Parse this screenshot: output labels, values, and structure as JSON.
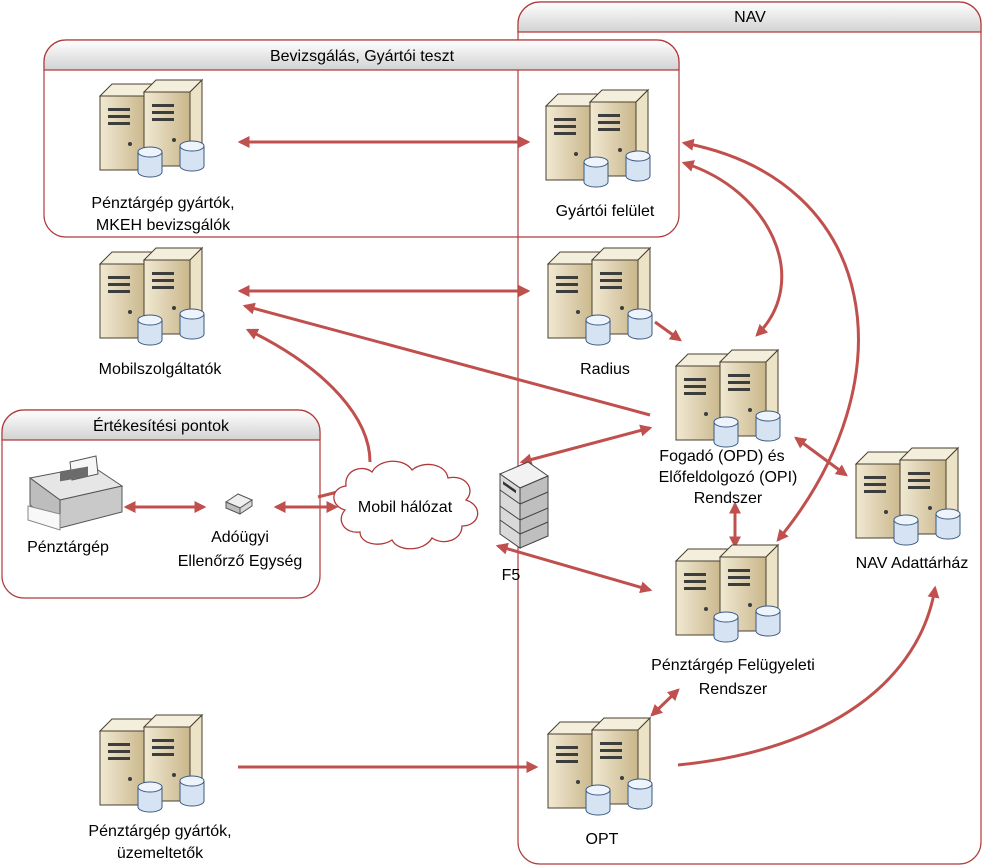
{
  "groups": {
    "nav": "NAV",
    "test": "Bevizsgálás, Gyártói teszt",
    "sales": "Értékesítési pontok"
  },
  "nodes": {
    "manufacturers_test": [
      "Pénztárgép gyártók,",
      "MKEH bevizsgálók"
    ],
    "vendor_interface": [
      "Gyártói felület"
    ],
    "mobile_providers": [
      "Mobilszolgáltatók"
    ],
    "radius": [
      "Radius"
    ],
    "receiver_system": [
      "Fogadó (OPD) és",
      "Előfeldolgozó (OPI)",
      "Rendszer"
    ],
    "nav_warehouse": [
      "NAV Adattárház"
    ],
    "cash_register": [
      "Pénztárgép"
    ],
    "tax_control_unit": [
      "Adóügyi",
      "Ellenőrző Egység"
    ],
    "mobile_network": [
      "Mobil hálózat"
    ],
    "f5": [
      "F5"
    ],
    "supervision_system": [
      "Pénztárgép Felügyeleti",
      "Rendszer"
    ],
    "manufacturers_ops": [
      "Pénztárgép gyártók,",
      "üzemeltetők"
    ],
    "opt": [
      "OPT"
    ]
  },
  "colors": {
    "connector": "#c0504d",
    "frame": "#b03a3a",
    "server_body": "#d8c9a5",
    "database": "#d6e3f3"
  }
}
